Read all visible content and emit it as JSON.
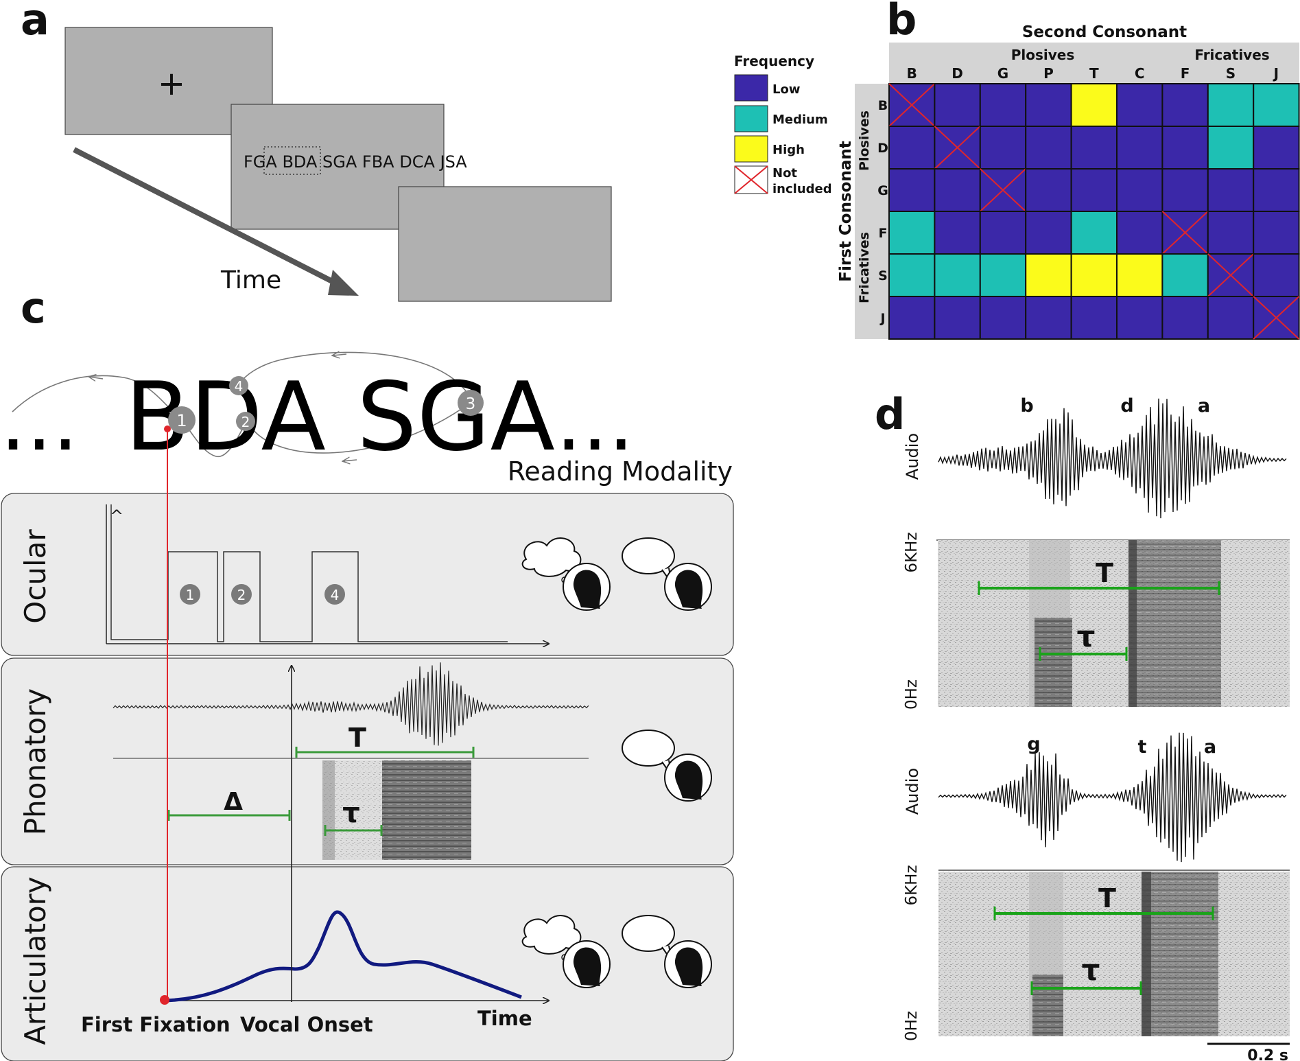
{
  "panel_labels": {
    "a": "a",
    "b": "b",
    "c": "c",
    "d": "d"
  },
  "panel_a": {
    "fixation_symbol": "+",
    "stimulus_text": "FGA BDA SGA FBA DCA JSA",
    "time_label": "Time"
  },
  "panel_b": {
    "title": "Second Consonant",
    "col_groups": [
      "Plosives",
      "Fricatives"
    ],
    "columns": [
      "B",
      "D",
      "G",
      "P",
      "T",
      "C",
      "F",
      "S",
      "J"
    ],
    "row_title": "First Consonant",
    "row_groups": [
      "Plosives",
      "Fricatives"
    ],
    "rows": [
      "B",
      "D",
      "G",
      "F",
      "S",
      "J"
    ],
    "legend": {
      "title": "Frequency",
      "items": [
        {
          "key": "low",
          "label": "Low",
          "color": "#3b28a8"
        },
        {
          "key": "medium",
          "label": "Medium",
          "color": "#1ec0b4"
        },
        {
          "key": "high",
          "label": "High",
          "color": "#fbfb1b"
        },
        {
          "key": "excluded",
          "label": "Not included",
          "label_lines": [
            "Not",
            "included"
          ]
        }
      ]
    },
    "matrix": [
      [
        "x",
        "low",
        "low",
        "low",
        "high",
        "low",
        "low",
        "medium",
        "medium"
      ],
      [
        "low",
        "x",
        "low",
        "low",
        "low",
        "low",
        "low",
        "medium",
        "low"
      ],
      [
        "low",
        "low",
        "x",
        "low",
        "low",
        "low",
        "low",
        "low",
        "low"
      ],
      [
        "medium",
        "low",
        "low",
        "low",
        "medium",
        "low",
        "x",
        "low",
        "low"
      ],
      [
        "medium",
        "medium",
        "medium",
        "high",
        "high",
        "high",
        "medium",
        "x",
        "low"
      ],
      [
        "low",
        "low",
        "low",
        "low",
        "low",
        "low",
        "low",
        "low",
        "x"
      ]
    ]
  },
  "panel_c": {
    "ellipsis_left": "...",
    "word1": "BDA",
    "word2": "SGA",
    "ellipsis_right": "...",
    "modality": "Reading Modality",
    "fixation_numbers": [
      "1",
      "2",
      "3",
      "4"
    ],
    "rows": {
      "ocular": "Ocular",
      "phonatory": "Phonatory",
      "articulatory": "Articulatory"
    },
    "ocular_peak_symbol": "^",
    "measures": {
      "T": "T",
      "tau": "τ",
      "delta": "Δ"
    },
    "x_labels": {
      "first_fixation": "First Fixation",
      "vocal_onset": "Vocal Onset",
      "time": "Time"
    }
  },
  "panel_d": {
    "top_syllable": [
      "b",
      "d",
      "a"
    ],
    "bottom_syllable": [
      "g",
      "t",
      "a"
    ],
    "audio_label": "Audio",
    "freq_high": "6KHz",
    "freq_low": "0Hz",
    "measures": {
      "T": "T",
      "tau": "τ"
    },
    "scale_bar": "0.2 s"
  }
}
